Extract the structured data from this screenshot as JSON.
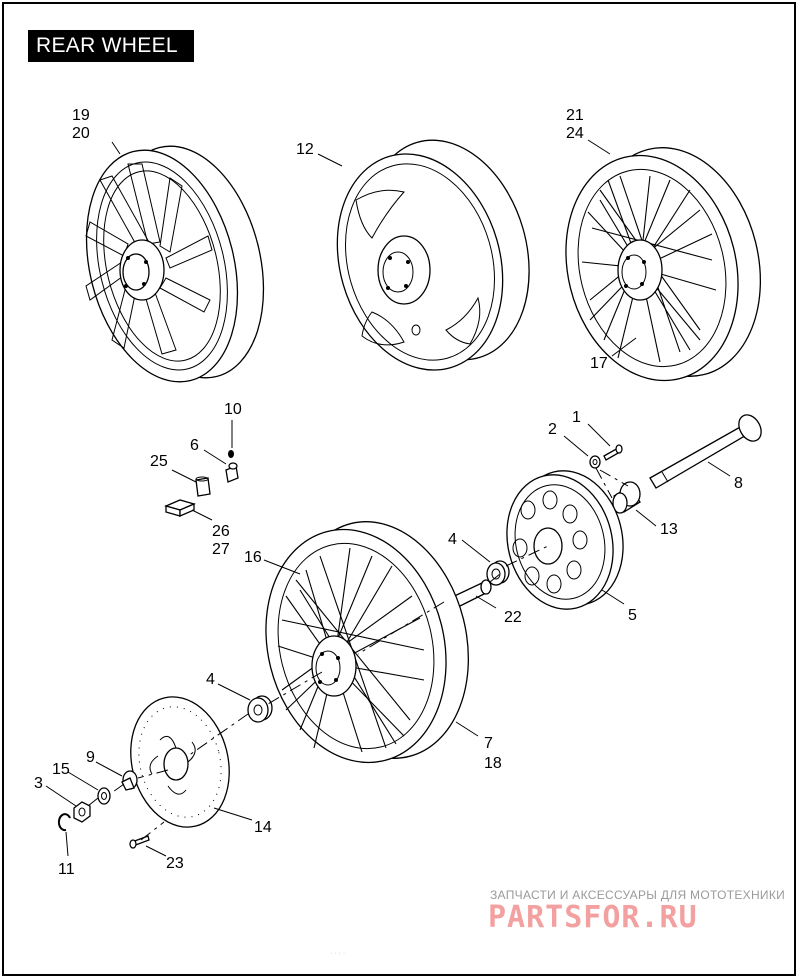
{
  "title": "REAR WHEEL",
  "callouts": {
    "c19": "19",
    "c20": "20",
    "c12": "12",
    "c21": "21",
    "c24": "24",
    "c17": "17",
    "c10": "10",
    "c6": "6",
    "c25": "25",
    "c26": "26",
    "c27": "27",
    "c1": "1",
    "c2": "2",
    "c8": "8",
    "c13": "13",
    "c4a": "4",
    "c22": "22",
    "c5": "5",
    "c16": "16",
    "c7": "7",
    "c18": "18",
    "c4b": "4",
    "c9": "9",
    "c15": "15",
    "c3": "3",
    "c11": "11",
    "c14": "14",
    "c23": "23"
  },
  "watermark": {
    "tagline": "ЗАПЧАСТИ И АКСЕССУАРЫ ДЛЯ МОТОТЕХНИКИ",
    "logo": "PARTSFOR.RU"
  },
  "footer_text": "· · · ·"
}
